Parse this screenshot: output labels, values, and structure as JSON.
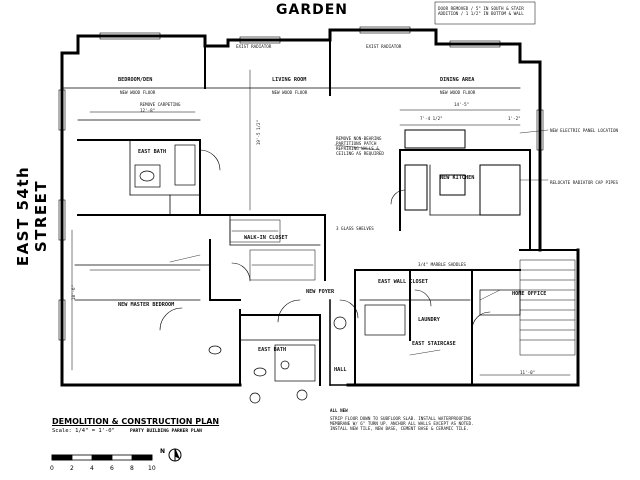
{
  "labels": {
    "garden": "GARDEN",
    "street": "EAST 54th STREET",
    "title": "DEMOLITION & CONSTRUCTION PLAN",
    "scale": "Scale: 1/4\" = 1'-0\"",
    "subtitle": "PARTY BUILDING PARKER PLAN",
    "north": "N"
  },
  "scale_bar": {
    "ticks": [
      "0",
      "2",
      "4",
      "6",
      "8",
      "10"
    ]
  },
  "rooms": {
    "bedroom": "BEDROOM/DEN",
    "living": "LIVING ROOM",
    "dining": "DINING AREA",
    "new_kitchen": "NEW KITCHEN",
    "walk_in_closet": "WALK-IN CLOSET",
    "master_bedroom": "NEW MASTER BEDROOM",
    "new_foyer": "NEW FOYER",
    "east_bath_top": "EAST BATH",
    "east_bath_bottom": "EAST BATH",
    "home_office": "HOME OFFICE",
    "east_staircase": "EAST STAIRCASE",
    "east_wall_closet": "EAST WALL CLOSET",
    "hall": "HALL",
    "laundry": "LAUNDRY"
  },
  "notes": {
    "new_wood_floor_1": "NEW WOOD FLOOR",
    "new_wood_floor_2": "NEW WOOD FLOOR",
    "new_wood_floor_3": "NEW WOOD FLOOR",
    "remove_carpet": "REMOVE CARPETING",
    "exist_radiator_1": "EXIST RADIATOR",
    "exist_radiator_2": "EXIST RADIATOR",
    "new_electric_panel": "NEW ELECTRIC PANEL LOCATION",
    "relocate_radiator": "RELOCATE RADIATOR CAP PIPES",
    "top_right_note": "DOOR REMOVED / 5\" IN SOUTH & STAIR ADDITION / 1 1/2\" IN BOTTOM & WALL",
    "remove_wall_note": "REMOVE NON-BEARING PARTITIONS PATCH REPAIRING WALLS & CEILING AS REQUIRED",
    "glass_shelves": "3 GLASS SHELVES",
    "marble_saddles": "3/4\" MARBLE SADDLES",
    "dim_1": "12'-8\"",
    "dim_2": "19'-5 1/2\"",
    "dim_3": "7'-4 1/2\"",
    "dim_4": "1'-2\"",
    "dim_5": "14'-5\"",
    "dim_6": "11'-0\"",
    "dim_7": "18'-6\"",
    "all_new": "ALL NEW",
    "bottom_note": "STRIP FLOOR DOWN TO SUBFLOOR SLAB. INSTALL WATERPROOFING MEMBRANE W/ 6\" TURN UP. ANCHOR ALL WALLS EXCEPT AS NOTED. INSTALL NEW TILE, NEW BASE, CEMENT BASE & CERAMIC TILE."
  }
}
